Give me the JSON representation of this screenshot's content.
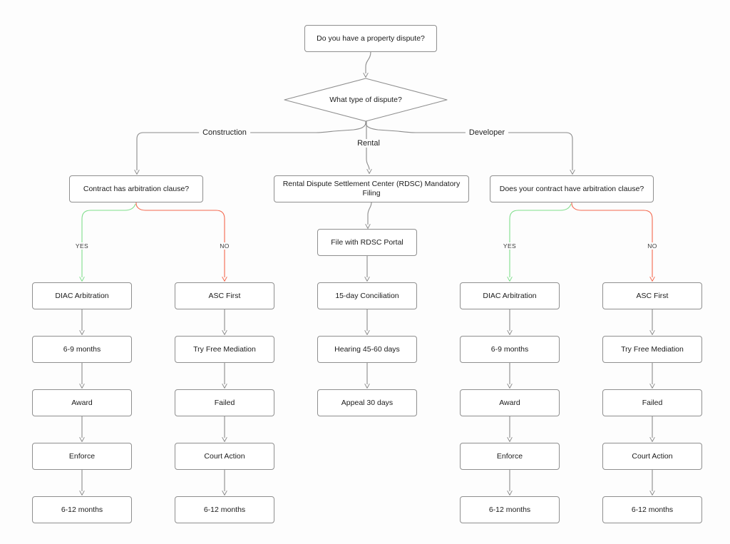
{
  "diagram": {
    "type": "flowchart",
    "direction": "top-down",
    "colors": {
      "gray": "#8b8b8b",
      "green": "#7fde8b",
      "red": "#f4684e",
      "node_border": "#8f8f8f",
      "node_fill": "#ffffff",
      "text": "#1b1b1b",
      "background": "#fdfdfd"
    },
    "nodes": [
      {
        "id": "start",
        "shape": "rect",
        "label": "Do you have a property dispute?"
      },
      {
        "id": "type",
        "shape": "diamond",
        "label": "What type of dispute?"
      },
      {
        "id": "cq",
        "shape": "rect",
        "label": "Contract has arbitration clause?"
      },
      {
        "id": "rdsc",
        "shape": "rect",
        "label": "Rental Dispute Settlement Center (RDSC) Mandatory Filing"
      },
      {
        "id": "dq",
        "shape": "rect",
        "label": "Does your contract have arbitration clause?"
      },
      {
        "id": "c_diac",
        "shape": "rect",
        "label": "DIAC Arbitration"
      },
      {
        "id": "c_69",
        "shape": "rect",
        "label": "6-9 months"
      },
      {
        "id": "c_award",
        "shape": "rect",
        "label": "Award"
      },
      {
        "id": "c_enforce",
        "shape": "rect",
        "label": "Enforce"
      },
      {
        "id": "c_612",
        "shape": "rect",
        "label": "6-12 months"
      },
      {
        "id": "c_asc",
        "shape": "rect",
        "label": "ASC First"
      },
      {
        "id": "c_med",
        "shape": "rect",
        "label": "Try Free Mediation"
      },
      {
        "id": "c_failed",
        "shape": "rect",
        "label": "Failed"
      },
      {
        "id": "c_court",
        "shape": "rect",
        "label": "Court Action"
      },
      {
        "id": "c_612b",
        "shape": "rect",
        "label": "6-12 months"
      },
      {
        "id": "portal",
        "shape": "rect",
        "label": "File with RDSC Portal"
      },
      {
        "id": "conc",
        "shape": "rect",
        "label": "15-day Conciliation"
      },
      {
        "id": "hearing",
        "shape": "rect",
        "label": "Hearing 45-60 days"
      },
      {
        "id": "appeal",
        "shape": "rect",
        "label": "Appeal 30 days"
      },
      {
        "id": "r_diac",
        "shape": "rect",
        "label": "DIAC Arbitration"
      },
      {
        "id": "r_69",
        "shape": "rect",
        "label": "6-9 months"
      },
      {
        "id": "r_award",
        "shape": "rect",
        "label": "Award"
      },
      {
        "id": "r_enforce",
        "shape": "rect",
        "label": "Enforce"
      },
      {
        "id": "r_612",
        "shape": "rect",
        "label": "6-12 months"
      },
      {
        "id": "r_asc",
        "shape": "rect",
        "label": "ASC First"
      },
      {
        "id": "r_med",
        "shape": "rect",
        "label": "Try Free Mediation"
      },
      {
        "id": "r_failed",
        "shape": "rect",
        "label": "Failed"
      },
      {
        "id": "r_court",
        "shape": "rect",
        "label": "Court Action"
      },
      {
        "id": "r_612b",
        "shape": "rect",
        "label": "6-12 months"
      }
    ],
    "edges": [
      {
        "from": "start",
        "to": "type",
        "label": "",
        "color": "gray"
      },
      {
        "from": "type",
        "to": "cq",
        "label": "Construction",
        "color": "gray"
      },
      {
        "from": "type",
        "to": "rdsc",
        "label": "Rental",
        "color": "gray"
      },
      {
        "from": "type",
        "to": "dq",
        "label": "Developer",
        "color": "gray"
      },
      {
        "from": "cq",
        "to": "c_diac",
        "label": "YES",
        "color": "green"
      },
      {
        "from": "cq",
        "to": "c_asc",
        "label": "NO",
        "color": "red"
      },
      {
        "from": "dq",
        "to": "r_diac",
        "label": "YES",
        "color": "green"
      },
      {
        "from": "dq",
        "to": "r_asc",
        "label": "NO",
        "color": "red"
      },
      {
        "from": "rdsc",
        "to": "portal",
        "label": "",
        "color": "gray"
      },
      {
        "from": "portal",
        "to": "conc",
        "label": "",
        "color": "gray"
      },
      {
        "from": "conc",
        "to": "hearing",
        "label": "",
        "color": "gray"
      },
      {
        "from": "hearing",
        "to": "appeal",
        "label": "",
        "color": "gray"
      },
      {
        "from": "c_diac",
        "to": "c_69",
        "label": "",
        "color": "gray"
      },
      {
        "from": "c_69",
        "to": "c_award",
        "label": "",
        "color": "gray"
      },
      {
        "from": "c_award",
        "to": "c_enforce",
        "label": "",
        "color": "gray"
      },
      {
        "from": "c_enforce",
        "to": "c_612",
        "label": "",
        "color": "gray"
      },
      {
        "from": "c_asc",
        "to": "c_med",
        "label": "",
        "color": "gray"
      },
      {
        "from": "c_med",
        "to": "c_failed",
        "label": "",
        "color": "gray"
      },
      {
        "from": "c_failed",
        "to": "c_court",
        "label": "",
        "color": "gray"
      },
      {
        "from": "c_court",
        "to": "c_612b",
        "label": "",
        "color": "gray"
      },
      {
        "from": "r_diac",
        "to": "r_69",
        "label": "",
        "color": "gray"
      },
      {
        "from": "r_69",
        "to": "r_award",
        "label": "",
        "color": "gray"
      },
      {
        "from": "r_award",
        "to": "r_enforce",
        "label": "",
        "color": "gray"
      },
      {
        "from": "r_enforce",
        "to": "r_612",
        "label": "",
        "color": "gray"
      },
      {
        "from": "r_asc",
        "to": "r_med",
        "label": "",
        "color": "gray"
      },
      {
        "from": "r_med",
        "to": "r_failed",
        "label": "",
        "color": "gray"
      },
      {
        "from": "r_failed",
        "to": "r_court",
        "label": "",
        "color": "gray"
      },
      {
        "from": "r_court",
        "to": "r_612b",
        "label": "",
        "color": "gray"
      }
    ]
  }
}
